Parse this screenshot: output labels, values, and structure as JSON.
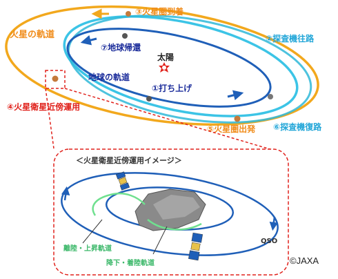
{
  "labels": {
    "mars_orbit": "火星の軌道",
    "earth_orbit": "地球の軌道",
    "sun": "太陽",
    "step1": "①打ち上げ",
    "step2": "②探査機往路",
    "step3": "③火星圏到着",
    "step4": "④火星衛星近傍運用",
    "step5": "⑤火星圏出発",
    "step6": "⑥探査機復路",
    "step7": "⑦地球帰還"
  },
  "inset": {
    "title": "＜火星衛星近傍運用イメージ＞",
    "ascent": "離陸・上昇軌道",
    "descent": "降下・着陸軌道",
    "qso": "QSO"
  },
  "credit": "©JAXA",
  "colors": {
    "mars_orbit": "#f2a81d",
    "earth_orbit": "#1f5fb8",
    "outbound": "#3cc4e6",
    "return_leg": "#2fb8d8",
    "red_label": "#e0211b",
    "orange_label": "#f08c1a",
    "cyan_label": "#22a6d8",
    "blue_label": "#1a2b9a",
    "trajectory_green": "#6fe08f"
  }
}
